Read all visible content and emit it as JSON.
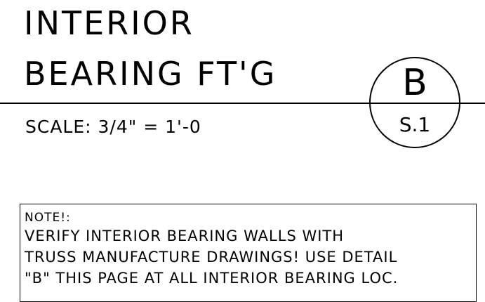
{
  "title": {
    "line1": "INTERIOR",
    "line2": "BEARING FT'G"
  },
  "scale": "SCALE: 3/4\" = 1'-0",
  "detail_bubble": {
    "detail": "B",
    "sheet": "S.1"
  },
  "note": {
    "heading": "NOTE!:",
    "lines": [
      "VERIFY INTERIOR BEARING WALLS WITH",
      "TRUSS MANUFACTURE DRAWINGS! USE DETAIL",
      "\"B\" THIS PAGE AT ALL INTERIOR BEARING LOC."
    ]
  }
}
